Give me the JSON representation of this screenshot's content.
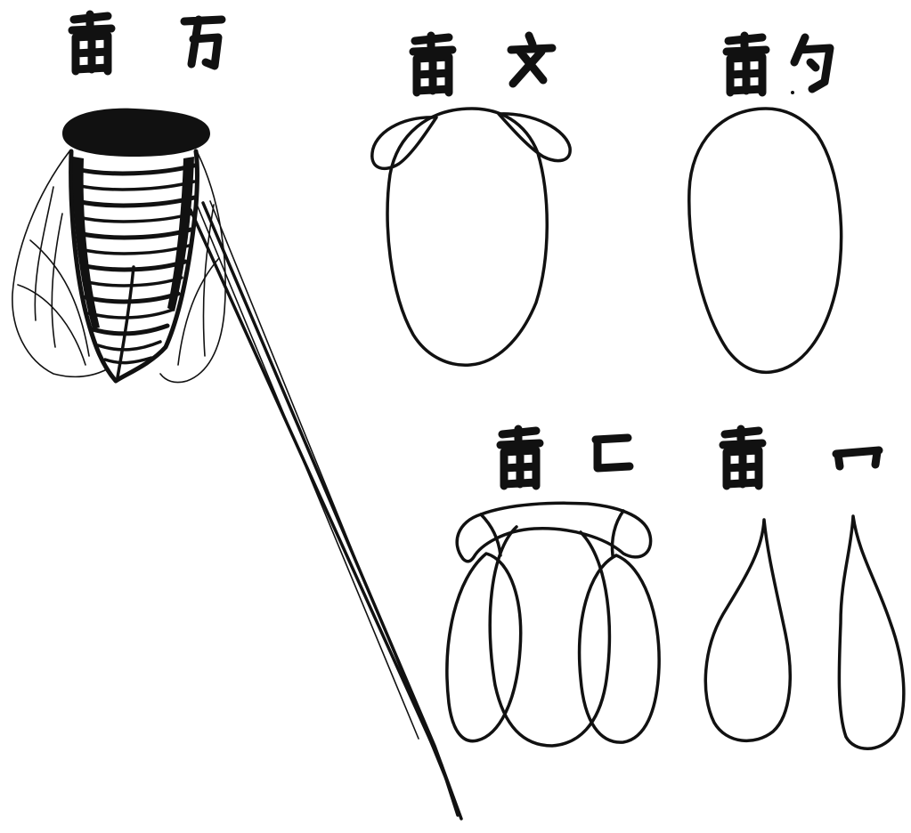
{
  "figure": {
    "ink_color": "#111111",
    "background_color": "#ffffff",
    "panels": [
      {
        "id": "full-spindle",
        "label": ""
      },
      {
        "id": "winged-bud",
        "label": ""
      },
      {
        "id": "plain-ellipse",
        "label": ""
      },
      {
        "id": "overlapping-lobes",
        "label": ""
      },
      {
        "id": "teardrop-pair",
        "label": ""
      }
    ]
  }
}
